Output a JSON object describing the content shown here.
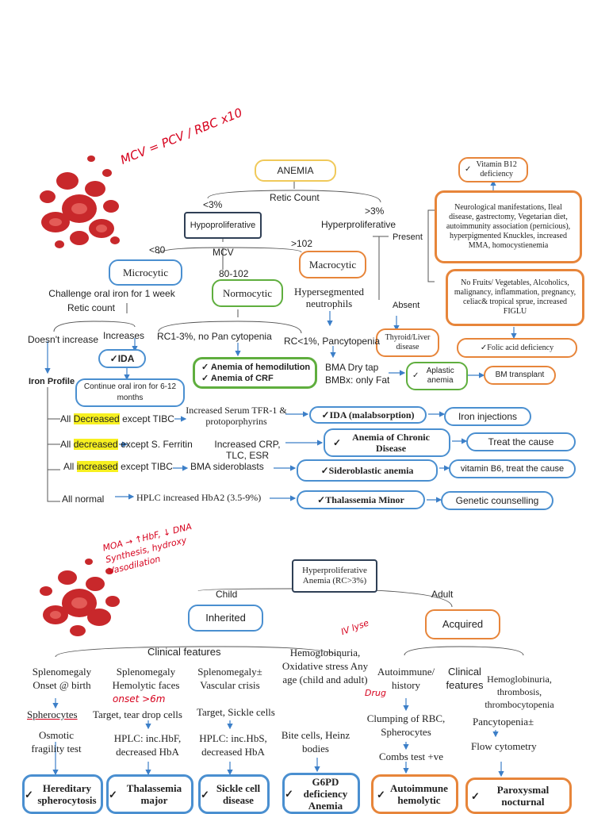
{
  "top": {
    "anemia": "ANEMIA",
    "retic_count": "Retic Count",
    "lt3": "<3%",
    "gt3": ">3%",
    "hypoproliferative": "Hypoproliferative",
    "hyperproliferative": "Hyperproliferative",
    "lt80": "<80",
    "mcv": "MCV",
    "gt102": ">102",
    "r80_102": "80-102",
    "microcytic": "Microcytic",
    "normocytic": "Normocytic",
    "macrocytic": "Macrocytic",
    "challenge": "Challenge oral iron for 1 week",
    "retic_count2": "Retic count",
    "doesnt_increase": "Doesn't increase",
    "increases": "Increases",
    "ida": "IDA",
    "continue_iron": "Continue oral iron for 6-12 months",
    "iron_profile": "Iron Profile",
    "hyperseg": "Hypersegmented neutrophils",
    "present": "Present",
    "absent": "Absent",
    "thyroid": "Thyroid/Liver disease",
    "b12": "Vitamin B12 deficiency",
    "neuro": "Neurological manifestations, Ileal disease, gastrectomy, Vegetarian diet, autoimmunity association (pernicious), hyperpigmented Knuckles, increased MMA, homocystienemia",
    "nofruits": "No Fruits/ Vegetables, Alcoholics, malignancy, inflammation, pregnancy, celiac& tropical sprue, increased FIGLU",
    "folic": "Folic acid deficiency",
    "rc1_3": "RC1-3%, no Pan cytopenia",
    "rc_lt1": "RC<1%, Pancytopenia",
    "anemia_hemodil": "Anemia of hemodilution",
    "anemia_crf": "Anemia of CRF",
    "bma_dry": "BMA Dry tap",
    "bmbx": "BMBx: only Fat",
    "aplastic": "Aplastic anemia",
    "bm_transplant": "BM transplant",
    "all": "All",
    "decreased": "Decreased",
    "except_tibc": "except TIBC",
    "decreased_lc": "decreased",
    "except_ferritin": "except S. Ferritin",
    "increased": "increased",
    "all_normal": "All normal",
    "inc_tfr": "Increased Serum TFR-1 & protoporphyrins",
    "inc_crp": "Increased CRP, TLC, ESR",
    "bma_sidero": "BMA sideroblasts",
    "hplc_hba2": "HPLC increased HbA2 (3.5-9%)",
    "ida_malabs": "IDA (malabsorption)",
    "chronic": "Anemia of Chronic Disease",
    "sideroblastic": "Sideroblastic anemia",
    "thal_minor": "Thalassemia Minor",
    "iron_inj": "Iron injections",
    "treat_cause": "Treat the cause",
    "vit_b6": "vitamin B6, treat the cause",
    "genetic": "Genetic counselling",
    "hw_mcv": "MCV = PCV / RBC x10",
    "hw_moa": "MOA → ↑HbF, ↓ DNA Synthesis, hydroxy Vasodilation"
  },
  "bottom": {
    "hyper_title": "Hyperproliferative Anemia (RC>3%)",
    "child": "Child",
    "adult": "Adult",
    "inherited": "Inherited",
    "acquired": "Acquired",
    "clinical_features": "Clinical features",
    "col1": "Splenomegaly Onset @ birth",
    "col2": "Splenomegaly Hemolytic faces",
    "col3": "Splenomegaly± Vascular crisis",
    "col4": "Hemoglobinuria, Oxidative stress Any age (child and adult)",
    "spherocytes": "Spherocytes",
    "target_tear": "Target, tear drop cells",
    "target_sickle": "Target, Sickle cells",
    "osmotic": "Osmotic fragility test",
    "hplc_hbf": "HPLC: inc.HbF, decreased HbA",
    "hplc_hbs": "HPLC: inc.HbS, decreased HbA",
    "bite_cells": "Bite cells, Heinz bodies",
    "her_sph": "Hereditary spherocytosis",
    "thal_major": "Thalassemia major",
    "sickle": "Sickle cell disease",
    "g6pd": "G6PD deficiency Anemia",
    "autoimmune_hist": "Autoimmune/ history",
    "clinical2": "Clinical features",
    "hemoglobinuria2": "Hemoglobinuria, thrombosis, thrombocytopenia",
    "pancytopenia": "Pancytopenia±",
    "clumping": "Clumping of RBC, Spherocytes",
    "combs": "Combs test +ve",
    "flow": "Flow cytometry",
    "autoimmune_hemo": "Autoimmune hemolytic",
    "pnh": "Paroxysmal nocturnal",
    "hw_onset": "onset >6m",
    "hw_drug": "Drug",
    "hw_iv": "IV lyse"
  }
}
